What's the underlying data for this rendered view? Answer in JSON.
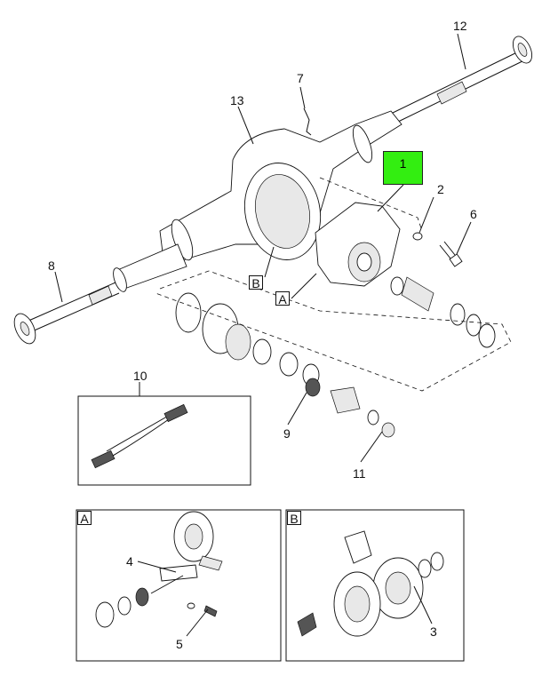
{
  "callouts": {
    "c1": "1",
    "c2": "2",
    "c3": "3",
    "c4": "4",
    "c5": "5",
    "c6": "6",
    "c7": "7",
    "c8": "8",
    "c9": "9",
    "c10": "10",
    "c11": "11",
    "c12": "12",
    "c13": "13"
  },
  "view_labels": {
    "a_main": "A",
    "b_main": "B",
    "a_inset": "A",
    "b_inset": "B"
  },
  "colors": {
    "highlight": "#33ee11",
    "line": "#111111"
  }
}
